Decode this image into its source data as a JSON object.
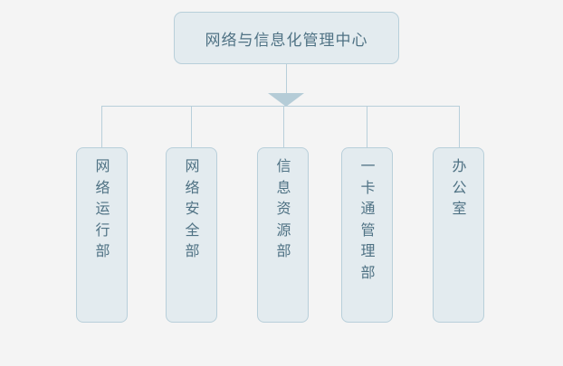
{
  "diagram": {
    "type": "organization-chart",
    "orientation": "top-down",
    "background_color": "#f4f4f4",
    "node_fill_color": "#e3ebef",
    "node_border_color": "#b8cfda",
    "text_color": "#4f7284",
    "connector_color": "#b8cfda",
    "root": {
      "label": "网络与信息化管理中心"
    },
    "children": [
      {
        "label": "网络运行部",
        "chars": [
          "网",
          "络",
          "运",
          "行",
          "部"
        ]
      },
      {
        "label": "网络安全部",
        "chars": [
          "网",
          "络",
          "安",
          "全",
          "部"
        ]
      },
      {
        "label": "信息资源部",
        "chars": [
          "信",
          "息",
          "资",
          "源",
          "部"
        ]
      },
      {
        "label": "一卡通管理部",
        "chars": [
          "一",
          "卡",
          "通",
          "管",
          "理",
          "部"
        ]
      },
      {
        "label": "办公室",
        "chars": [
          "办",
          "公",
          "室"
        ]
      }
    ]
  }
}
